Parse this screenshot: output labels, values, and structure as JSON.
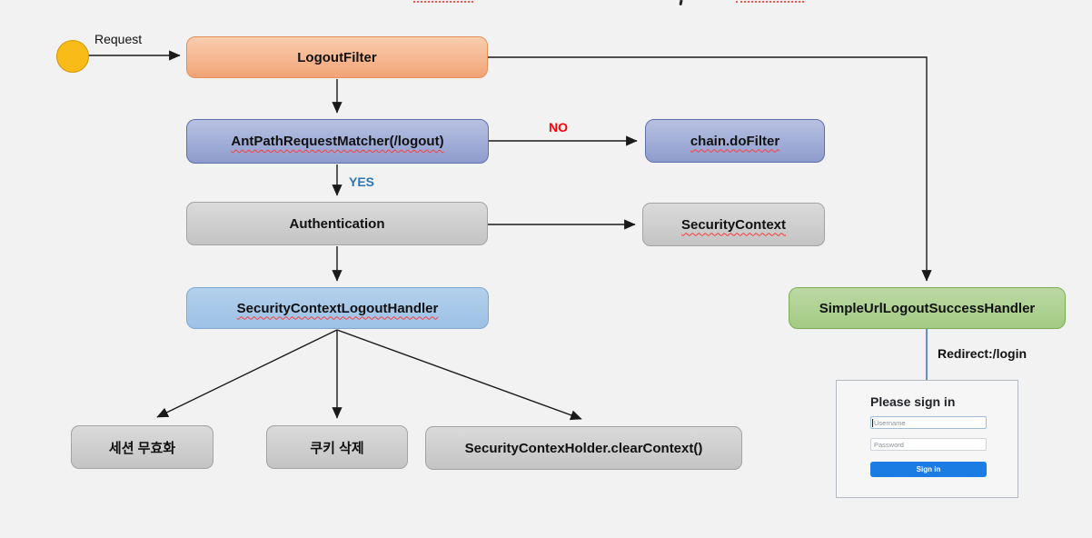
{
  "colors": {
    "bg": "#f2f2f2",
    "arrow": "#1a1a1a",
    "box_orange_top": "#f9cdaf",
    "box_orange_bottom": "#f1a476",
    "box_orange_border": "#e78e5a",
    "box_blue_top": "#b7c1e2",
    "box_blue_bottom": "#8e9ccd",
    "box_blue_border": "#5f6fb0",
    "box_gray_top": "#dadada",
    "box_gray_bottom": "#c4c4c4",
    "box_gray_border": "#a3a3a3",
    "box_lightblue_top": "#b4d0ec",
    "box_lightblue_bottom": "#9cc1e5",
    "box_lightblue_border": "#7fa8d4",
    "box_green_top": "#bcd9a4",
    "box_green_bottom": "#a2cb83",
    "box_green_border": "#7cad55",
    "circle_fill": "#f8bb18",
    "circle_border": "#cf9a08",
    "no": "#ff0000",
    "yes": "#2e75b6",
    "redirect_line": "#4472c4",
    "signin_btn": "#1b7ce4",
    "squiggle": "#ff5050"
  },
  "nodes": {
    "logout_filter": "LogoutFilter",
    "ant_path_matcher": "AntPathRequestMatcher(/logout)",
    "chain_do_filter": "chain.doFilter",
    "authentication": "Authentication",
    "security_context": "SecurityContext",
    "security_context_logout_handler": "SecurityContextLogoutHandler",
    "session_invalidation": "세션 무효화",
    "cookie_deletion": "쿠키 삭제",
    "clear_context": "SecurityContexHolder.clearContext()",
    "simple_url_logout_success_handler": "SimpleUrlLogoutSuccessHandler"
  },
  "edge_labels": {
    "request": "Request",
    "no": "NO",
    "yes": "YES",
    "redirect": "Redirect:/login"
  },
  "login_form": {
    "heading": "Please sign in",
    "username_placeholder": "Username",
    "password_placeholder": "Password",
    "signin_label": "Sign in"
  }
}
